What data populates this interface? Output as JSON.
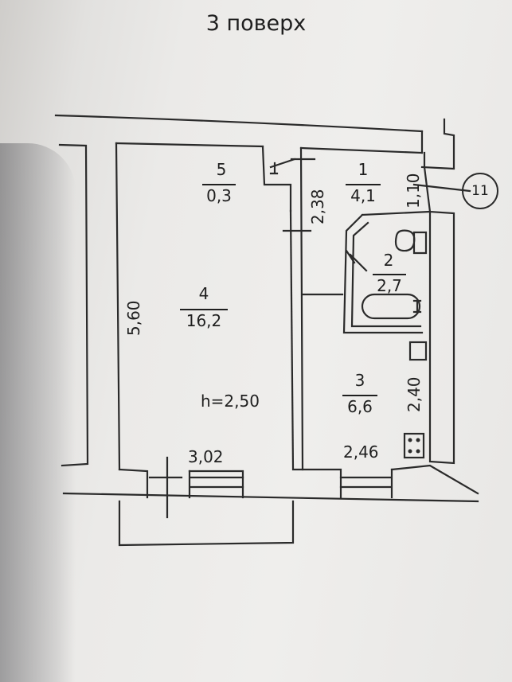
{
  "plan": {
    "floor_label": "3 поверх",
    "stair_number": "11",
    "ceiling_height": "h=2,50",
    "rooms": [
      {
        "number": "1",
        "area": "4,1"
      },
      {
        "number": "2",
        "area": "2,7"
      },
      {
        "number": "3",
        "area": "6,6"
      },
      {
        "number": "4",
        "area": "16,2"
      },
      {
        "number": "5",
        "area": "0,3"
      }
    ],
    "dimensions": {
      "room4_width": "3,02",
      "room4_length": "5,60",
      "room3_width": "2,46",
      "room3_length": "2,40",
      "corridor_length": "2,38",
      "entry_width": "1,10"
    }
  }
}
